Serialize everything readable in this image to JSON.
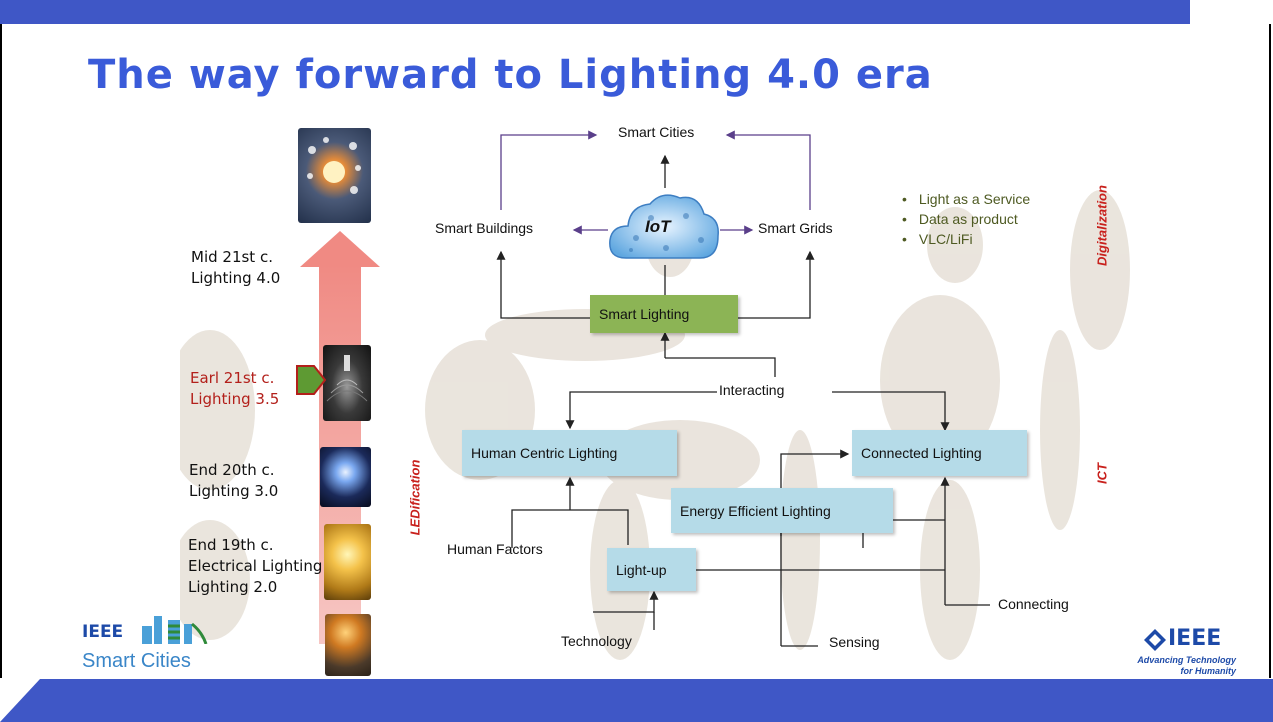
{
  "title": "The way forward to Lighting 4.0 era",
  "eras": [
    {
      "line1": "Mid 21st c.",
      "line2": "Lighting 4.0"
    },
    {
      "line1": "Earl 21st c.",
      "line2": "Lighting 3.5"
    },
    {
      "line1": "End 20th c.",
      "line2": "Lighting 3.0"
    },
    {
      "line1": "End 19th c.",
      "line2": "Electrical Lighting",
      "line3": "Lighting 2.0"
    }
  ],
  "diagram": {
    "smart_cities": "Smart Cities",
    "smart_buildings": "Smart Buildings",
    "iot": "IoT",
    "smart_grids": "Smart Grids",
    "smart_lighting": "Smart Lighting",
    "interacting": "Interacting",
    "human_centric": "Human Centric Lighting",
    "connected": "Connected Lighting",
    "energy_efficient": "Energy Efficient Lighting",
    "human_factors": "Human Factors",
    "light_up": "Light-up",
    "technology": "Technology",
    "sensing": "Sensing",
    "connecting": "Connecting"
  },
  "benefits": [
    "Light as a Service",
    "Data as product",
    "VLC/LiFi"
  ],
  "side_labels": {
    "digitalization": "Digitalization",
    "ict": "ICT",
    "ledification": "LEDification"
  },
  "logos": {
    "ieee_smart_cities_top": "IEEE",
    "ieee_smart_cities_bottom": "Smart Cities",
    "ieee_right": "IEEE",
    "ieee_tagline_1": "Advancing Technology",
    "ieee_tagline_2": "for Humanity"
  },
  "colors": {
    "band": "#3f57c6",
    "title": "#3a5bd9",
    "box_blue": "#b5dbe8",
    "box_green": "#8cb455",
    "red_label": "#c8201c"
  }
}
